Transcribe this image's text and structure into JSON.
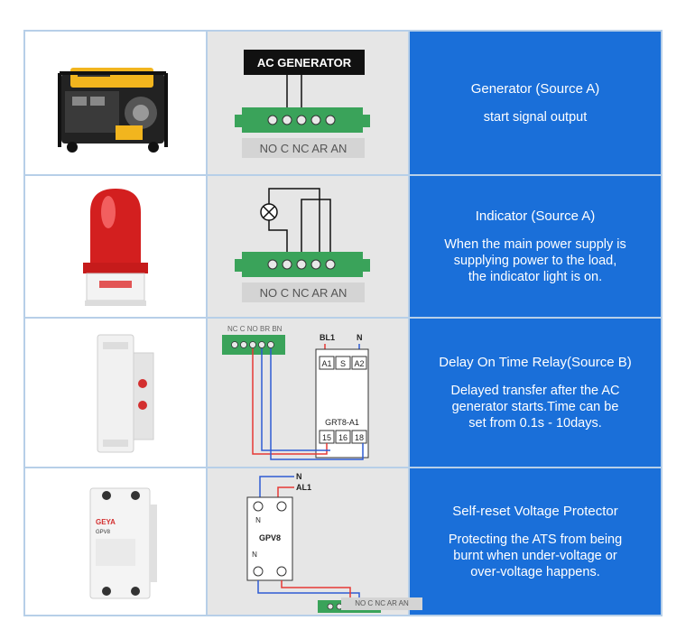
{
  "rows": [
    {
      "title": "Generator (Source A)",
      "description": "start signal output",
      "device_icon": "generator-icon",
      "diagram_header": "AC GENERATOR",
      "terminal_labels": "NO C NC AR AN"
    },
    {
      "title": "Indicator (Source A)",
      "description": "When the main power supply is\nsupplying power to the load,\nthe indicator light is on.",
      "device_icon": "warning-light-icon",
      "terminal_labels": "NO C NC AR AN"
    },
    {
      "title": "Delay On Time Relay(Source B)",
      "description": "Delayed transfer after the AC\ngenerator starts.Time can be\nset from 0.1s - 10days.",
      "device_icon": "time-relay-icon",
      "terminal_labels_top": "NC C NO BR BN",
      "wire_bl1": "BL1",
      "wire_n": "N",
      "relay_top_terms": [
        "A1",
        "S",
        "A2"
      ],
      "relay_model": "GRT8-A1",
      "relay_bottom_terms": [
        "15",
        "16",
        "18"
      ]
    },
    {
      "title": "Self-reset Voltage Protector",
      "description": "Protecting the ATS from being\nburnt when under-voltage or\nover-voltage happens.",
      "device_icon": "voltage-protector-icon",
      "wire_n": "N",
      "wire_al1": "AL1",
      "protector_in": "N",
      "protector_out": "N",
      "protector_model": "GPV8",
      "terminal_labels": "NO C NC AR AN",
      "device_brand": "GEYA",
      "device_model": "GPV8"
    }
  ],
  "colors": {
    "accent_blue": "#1a6fd9",
    "terminal_green": "#3aa35a",
    "wire_red": "#e53935",
    "wire_blue": "#2f5bd3"
  }
}
